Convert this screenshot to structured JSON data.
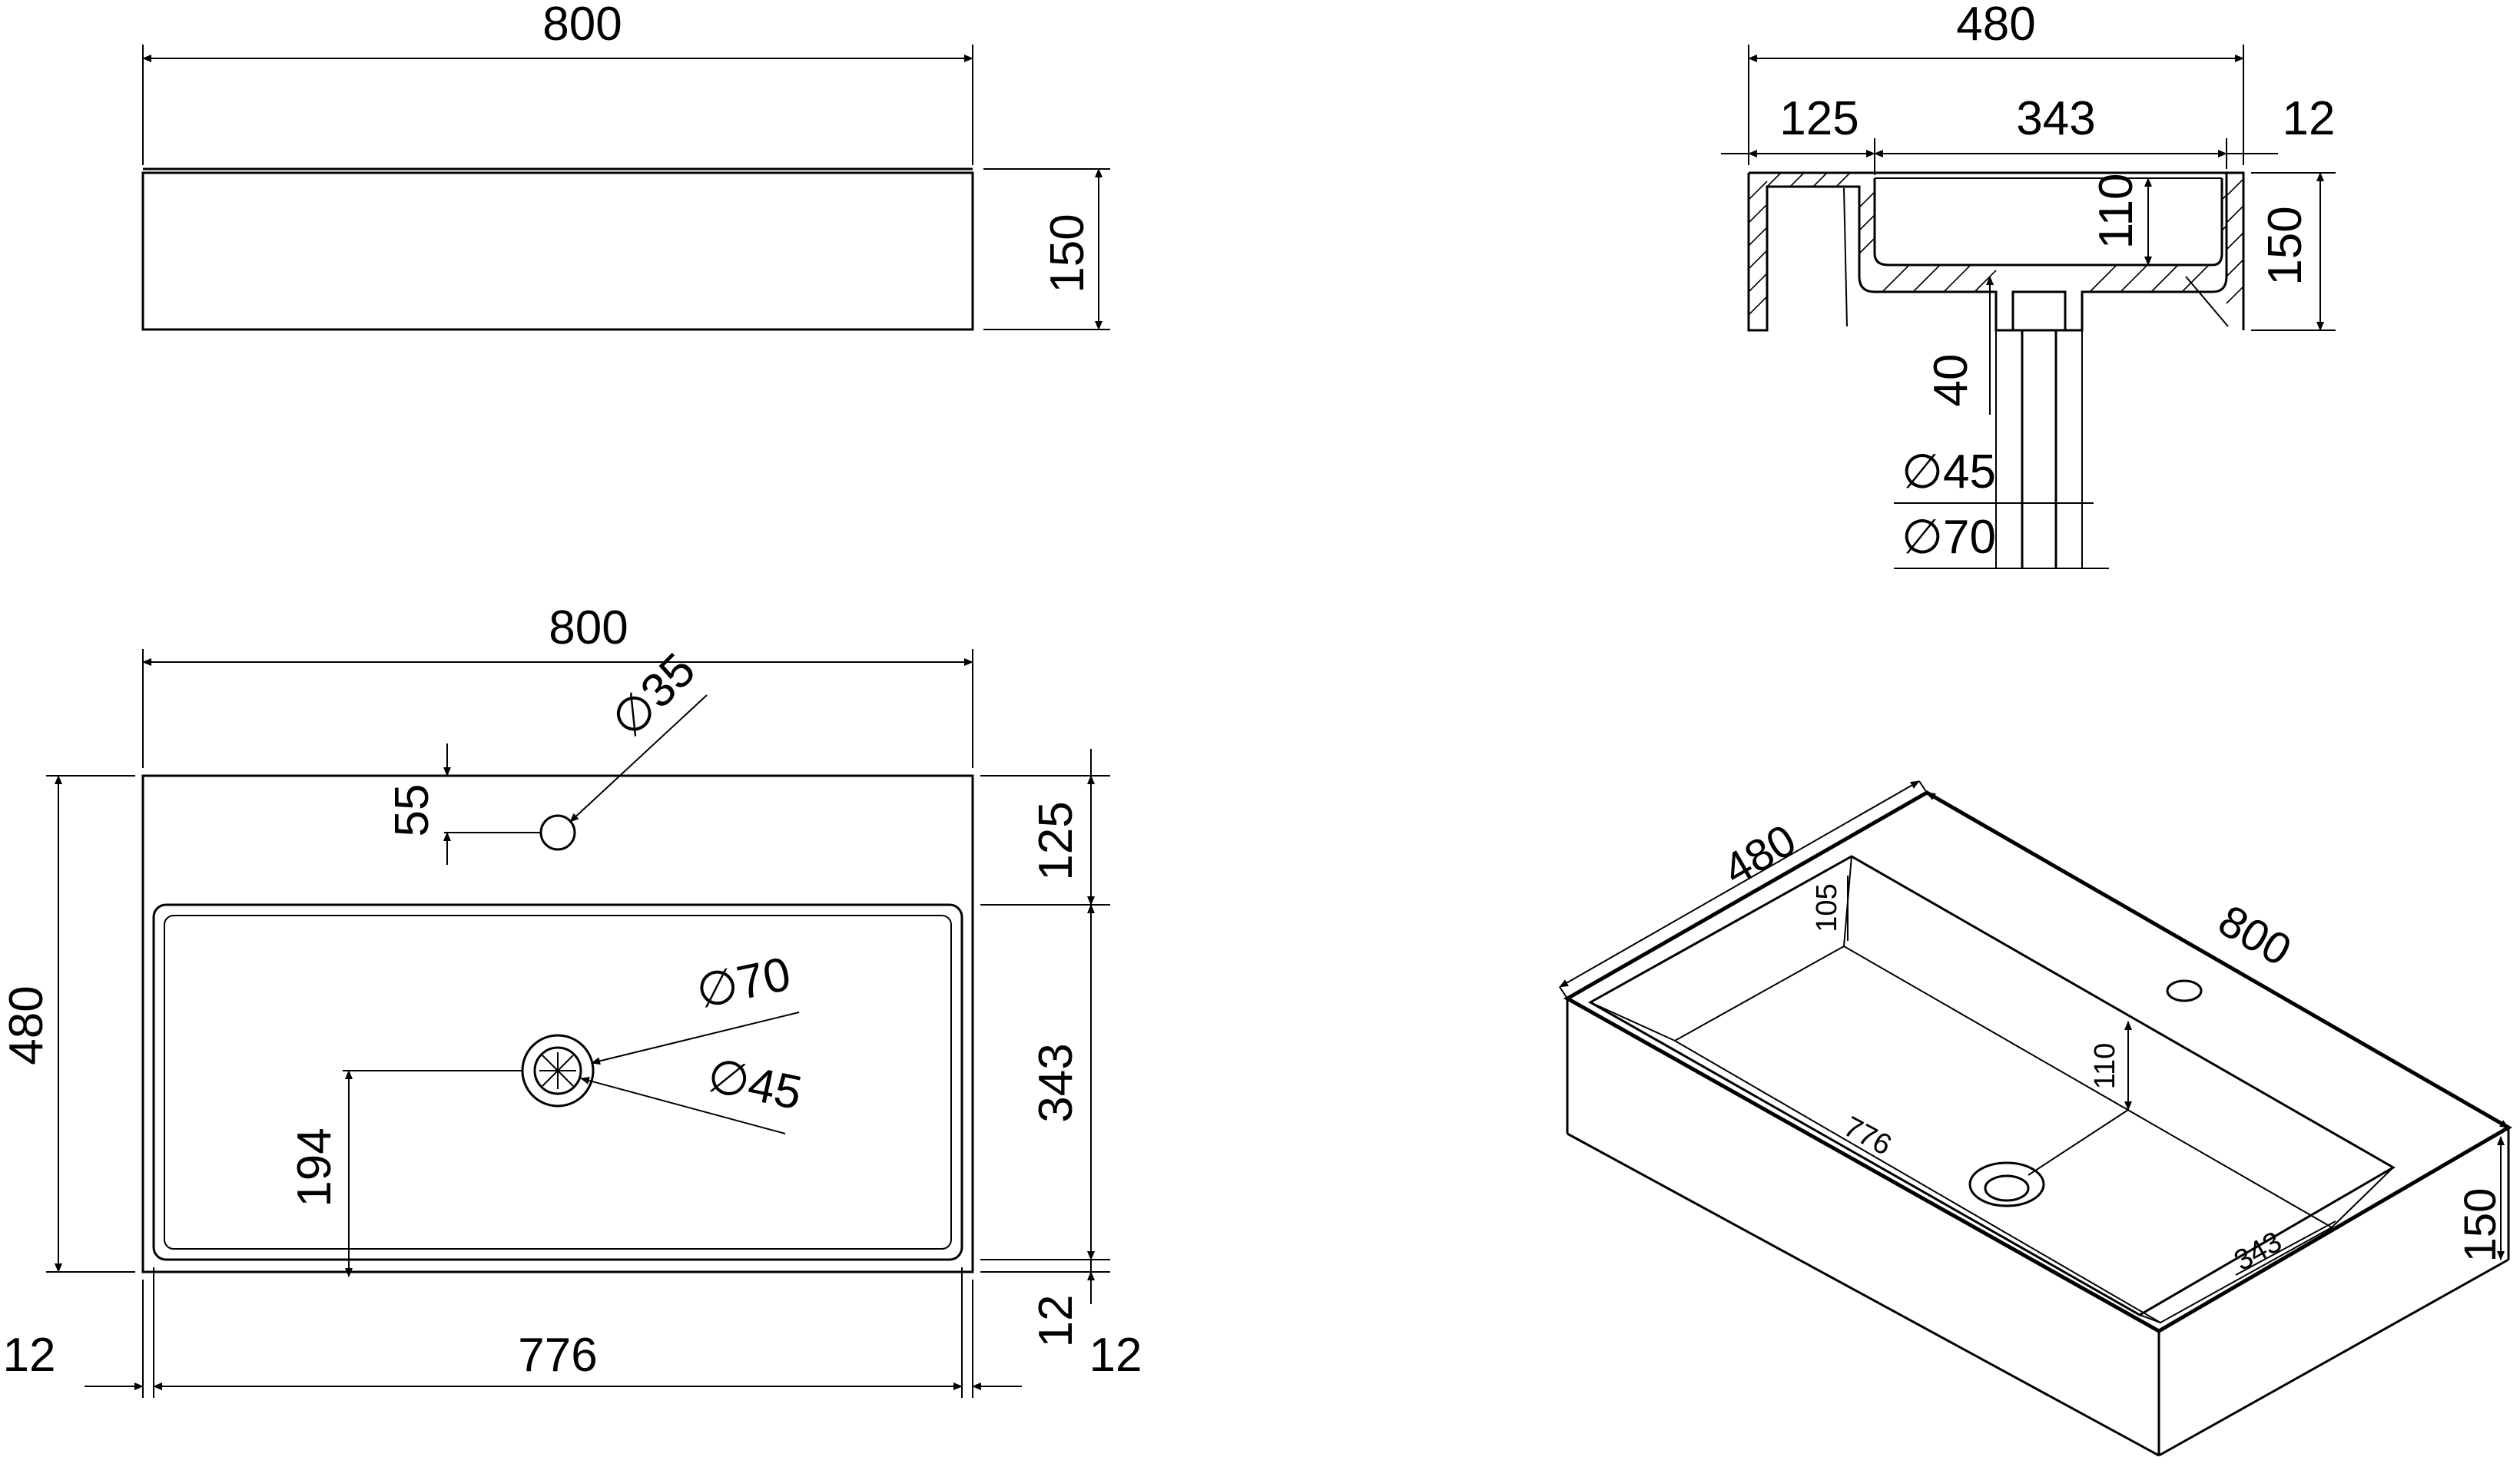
{
  "colors": {
    "line": "#000000",
    "background": "#ffffff"
  },
  "front_view": {
    "width": "800",
    "height": "150"
  },
  "section_view": {
    "total_width": "480",
    "left_part": "125",
    "bowl": "343",
    "wall": "12",
    "depth": "110",
    "height": "150",
    "drain_length": "40",
    "drain_inner": "∅45",
    "drain_outer": "∅70"
  },
  "top_view": {
    "width": "800",
    "depth": "480",
    "tap_hole": "∅35",
    "tap_offset": "55",
    "deck": "125",
    "bowl_depth": "343",
    "drain_outer": "∅70",
    "drain_inner": "∅45",
    "drain_offset": "194",
    "inner_width": "776",
    "wall_left": "12",
    "wall_right": "12",
    "wall_bottom": "12"
  },
  "iso_view": {
    "depth": "480",
    "width": "800",
    "height": "150",
    "rim": "105",
    "bowl_depth": "110",
    "inner_width": "776",
    "inner_depth": "343"
  }
}
